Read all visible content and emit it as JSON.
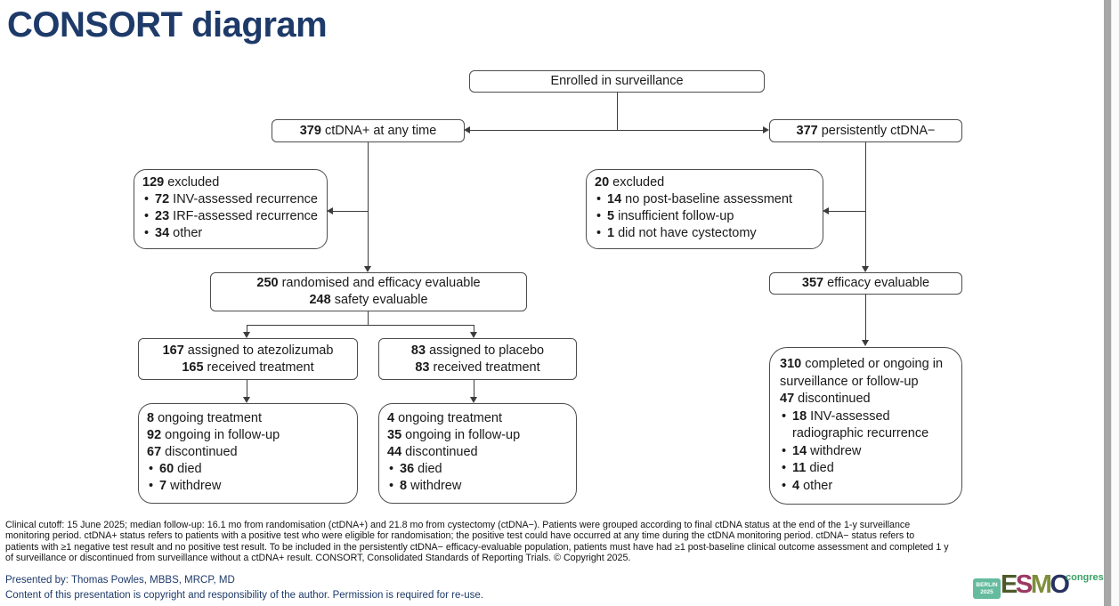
{
  "page": {
    "title": "CONSORT diagram"
  },
  "colors": {
    "title": "#1d3a69",
    "badge_bg": "#64bb9d",
    "congress": "#3aa165",
    "box_border": "#4d4d4d"
  },
  "boxes": {
    "enrolled": {
      "lines": [
        {
          "text": "Enrolled in surveillance"
        }
      ]
    },
    "ctdna_pos": {
      "lines": [
        {
          "num": "379",
          "text": "ctDNA+ at any time"
        }
      ]
    },
    "ctdna_neg": {
      "lines": [
        {
          "num": "377",
          "text": "persistently ctDNA−"
        }
      ]
    },
    "excluded_pos": {
      "lines": [
        {
          "num": "129",
          "text": "excluded"
        },
        {
          "bullet": true,
          "num": "72",
          "text": "INV-assessed recurrence"
        },
        {
          "bullet": true,
          "num": "23",
          "text": "IRF-assessed recurrence"
        },
        {
          "bullet": true,
          "num": "34",
          "text": "other"
        }
      ]
    },
    "excluded_neg": {
      "lines": [
        {
          "num": "20",
          "text": "excluded"
        },
        {
          "bullet": true,
          "num": "14",
          "text": "no post-baseline assessment"
        },
        {
          "bullet": true,
          "num": "5",
          "text": "insufficient follow-up"
        },
        {
          "bullet": true,
          "num": "1",
          "text": "did not have cystectomy"
        }
      ]
    },
    "randomised": {
      "lines": [
        {
          "num": "250",
          "text": "randomised and efficacy evaluable"
        },
        {
          "num": "248",
          "text": "safety evaluable"
        }
      ]
    },
    "efficacy_neg": {
      "lines": [
        {
          "num": "357",
          "text": "efficacy evaluable"
        }
      ]
    },
    "atezolizumab": {
      "lines": [
        {
          "num": "167",
          "text": "assigned to atezolizumab"
        },
        {
          "num": "165",
          "text": "received treatment"
        }
      ]
    },
    "placebo": {
      "lines": [
        {
          "num": "83",
          "text": "assigned to placebo"
        },
        {
          "num": "83",
          "text": "received treatment"
        }
      ]
    },
    "outcome_atezolizumab": {
      "lines": [
        {
          "num": "8",
          "text": "ongoing treatment"
        },
        {
          "num": "92",
          "text": "ongoing in follow-up"
        },
        {
          "num": "67",
          "text": "discontinued"
        },
        {
          "bullet": true,
          "num": "60",
          "text": "died"
        },
        {
          "bullet": true,
          "num": "7",
          "text": "withdrew"
        }
      ]
    },
    "outcome_placebo": {
      "lines": [
        {
          "num": "4",
          "text": "ongoing treatment"
        },
        {
          "num": "35",
          "text": "ongoing in follow-up"
        },
        {
          "num": "44",
          "text": "discontinued"
        },
        {
          "bullet": true,
          "num": "36",
          "text": "died"
        },
        {
          "bullet": true,
          "num": "8",
          "text": "withdrew"
        }
      ]
    },
    "completed_neg": {
      "lines": [
        {
          "num": "310",
          "text": "completed or ongoing in surveillance or follow-up"
        },
        {
          "num": "47",
          "text": "discontinued"
        },
        {
          "bullet": true,
          "num": "18",
          "text": "INV-assessed radiographic recurrence"
        },
        {
          "bullet": true,
          "num": "14",
          "text": "withdrew"
        },
        {
          "bullet": true,
          "num": "11",
          "text": "died"
        },
        {
          "bullet": true,
          "num": "4",
          "text": "other"
        }
      ]
    }
  },
  "footnote_lines": [
    {
      "text": "Clinical cutoff: 15 June 2025; median follow-up: 16.1 mo from randomisation (ctDNA+) and 21.8 mo from cystectomy (ctDNA−). Patients were grouped according to final ctDNA status at the end of the 1-y surveillance"
    },
    {
      "text": "monitoring period. ctDNA+ status refers to patients with a positive test who were eligible for randomisation; the positive test could have occurred at any time during the ctDNA monitoring period. ctDNA− status refers to"
    },
    {
      "text": "patients with ≥1 negative test result and no positive test result. To be included in the persistently ctDNA− efficacy-evaluable population, patients must have had ≥1 post-baseline clinical outcome assessment and completed 1 y"
    },
    {
      "text": "of surveillance or discontinued from surveillance without a ctDNA+ result. CONSORT, Consolidated Standards of Reporting Trials. © Copyright 2025."
    }
  ],
  "footer": {
    "presented_by": "Presented by: Thomas Powles, MBBS, MRCP, MD",
    "copyright": "Content of this presentation is copyright and responsibility of the author. Permission is required for re-use."
  },
  "logo": {
    "badge_city": "BERLIN",
    "badge_year": "2025",
    "letters": [
      {
        "char": "E",
        "color": "#4f5a2a"
      },
      {
        "char": "S",
        "color": "#9c3a64"
      },
      {
        "char": "M",
        "color": "#7f8e3b"
      },
      {
        "char": "O",
        "color": "#283260"
      }
    ],
    "congress": "congress"
  }
}
